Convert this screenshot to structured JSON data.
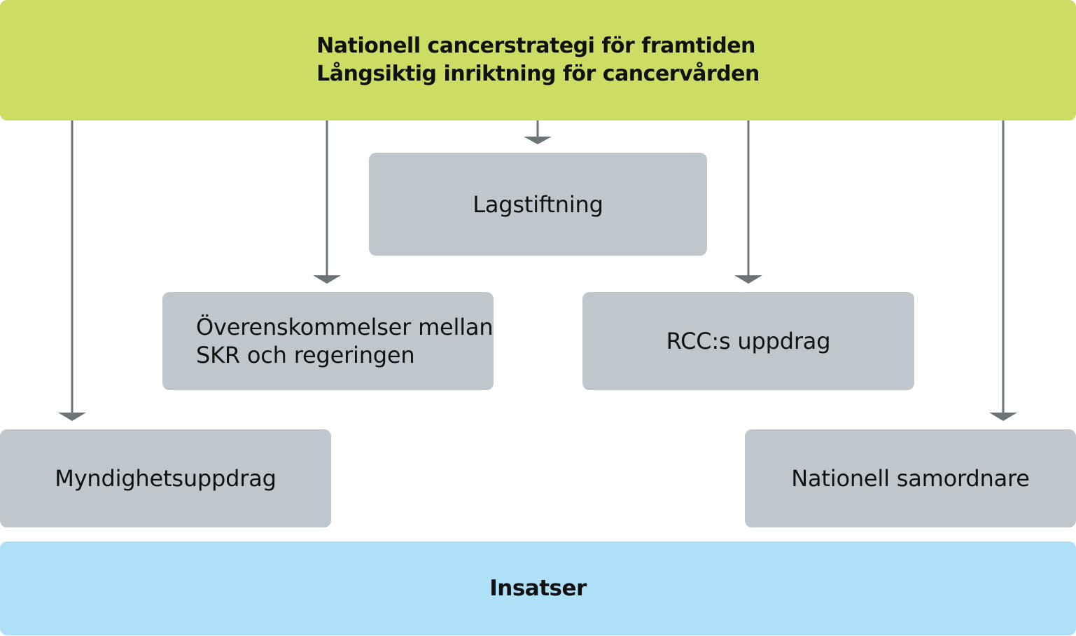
{
  "strategy": {
    "line1": "Nationell cancerstrategi för framtiden",
    "line2": "Långsiktig inriktning för cancervården"
  },
  "boxes": {
    "lagstiftning": "Lagstiftning",
    "overenskommelser_line1": "Överenskommelser mellan",
    "overenskommelser_line2": "SKR och regeringen",
    "rcc": "RCC:s uppdrag",
    "myndighet": "Myndighetsuppdrag",
    "samordnare": "Nationell samordnare"
  },
  "bottom": {
    "label": "Insatser"
  },
  "colors": {
    "strategy_fill": "#cddc62",
    "box_fill": "#c0c7cc",
    "bottom_fill": "#aee0f8",
    "arrow": "#6b7478"
  }
}
